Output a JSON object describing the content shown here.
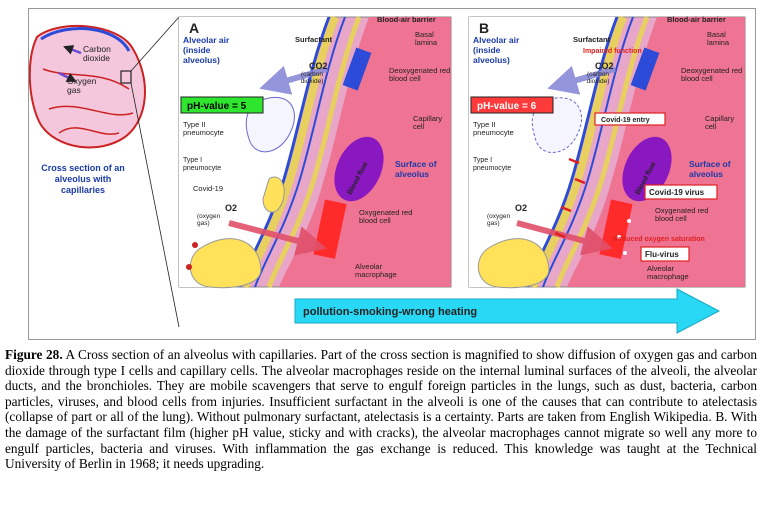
{
  "figure": {
    "left": {
      "label_carbon_dioxide": "Carbon dioxide",
      "label_oxygen_gas": "Oxygen gas",
      "cross_section_title": "Cross section of an alveolus with capillaries"
    },
    "panel_a": {
      "letter": "A",
      "blood_air_barrier": "Blood-air barrier",
      "surfactant": "Surfactant",
      "basal_lamina": "Basal lamina",
      "alveolar_air": "Alveolar air (inside alveolus)",
      "co2": "CO2",
      "co2_sub": "(carbon dioxide)",
      "deoxygenated": "Deoxygenated red blood cell",
      "ph_value": "pH-value = 5",
      "type2": "Type II pneumocyte",
      "capillary_cell": "Capillary cell",
      "type1": "Type I pneumocyte",
      "blood_flow": "Blood flow",
      "surface": "Surface of alveolus",
      "covid19": "Covid-19",
      "o2": "O2",
      "o2_sub": "(oxygen gas)",
      "oxygenated": "Oxygenated red blood cell",
      "macrophage": "Alveolar macrophage"
    },
    "panel_b": {
      "letter": "B",
      "blood_air_barrier": "Blood-air barrier",
      "surfactant": "Surfactant",
      "impaired": "Impaired function",
      "basal_lamina": "Basal lamina",
      "alveolar_air": "Alveolar air (inside alveolus)",
      "co2": "CO2",
      "co2_sub": "(carbon dioxide)",
      "deoxygenated": "Deoxygenated red blood cell",
      "ph_value": "pH-value = 6",
      "covid_entry": "Covid-19 entry",
      "type2": "Type II pneumocyte",
      "capillary_cell": "Capillary cell",
      "type1": "Type I pneumocyte",
      "blood_flow": "Blood flow",
      "surface": "Surface of alveolus",
      "covid_virus": "Covid-19 virus",
      "o2": "O2",
      "o2_sub": "(oxygen gas)",
      "oxygenated": "Oxygenated red blood cell",
      "reduced": "Reduced oxygen saturation",
      "flu": "Flu-virus",
      "macrophage": "Alveolar macrophage"
    },
    "arrow_label": "pollution-smoking-wrong heating"
  },
  "caption": {
    "label": "Figure 28.",
    "text": " A Cross section of an alveolus with capillaries. Part of the cross section is magnified to show diffusion of oxygen gas and carbon dioxide through type I cells and capillary cells. The alveolar macrophages reside on the internal luminal surfaces of the alveoli, the alveolar ducts, and the bronchioles. They are mobile scavengers that serve to engulf foreign particles in the lungs, such as dust, bacteria, carbon particles, viruses, and blood cells from injuries. Insufficient surfactant in the alveoli is one of the causes that can contribute to atelectasis (collapse of part or all of the lung). Without pulmonary surfactant, atelectasis is a certainty. Parts are taken from English Wikipedia. B. With the damage of the surfactant film (higher pH value, sticky and with cracks), the alveolar macrophages cannot migrate so well any more to engulf particles, bacteria and viruses. With inflammation the gas exchange is reduced. This knowledge was taught at the Technical University of Berlin in 1968; it needs upgrading."
  }
}
